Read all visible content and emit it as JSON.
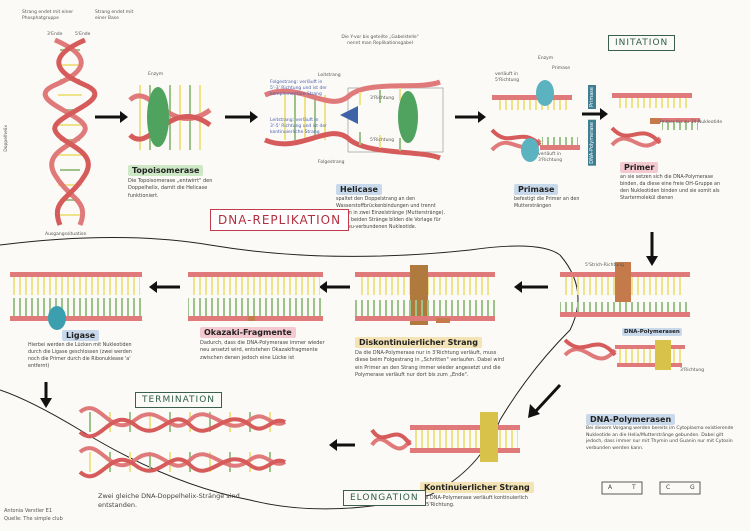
{
  "title": "DNA-REPLIKATION",
  "credits": {
    "line1": "Antonia Verstler E1",
    "line2": "Quelle: The simple club"
  },
  "helix_labels": {
    "strand_top": "Strang endet mit einer Phosphatgruppe",
    "strand_base": "Strang endet mit einer Base",
    "p_end": "3'Ende",
    "b_end": "5'Ende",
    "doppelhelix": "Doppelhelix",
    "ausgang": "Ausgangssituation"
  },
  "topoisomerase": {
    "enzyme_label": "Enzym",
    "heading": "Topoisomerase",
    "text": "Die Topoisomerase „entwirrt\" den Doppelhelix, damit die Helicase funktioniert."
  },
  "helicase": {
    "top_note": "Die Y-vor bis geteilte „Gabelstelle\" nennt man Replikationsgabel",
    "leit_label": "Leitstrang",
    "folge_label": "Folgestrang",
    "folge_desc": "Folgestrang: verläuft in 5'-3' Richtung und ist der komplementäre Strang",
    "leit_desc": "Leitstrang: verläuft in 3'-5' Richtung und ist der kontinuierliche Strang",
    "dir1": "3'Richtung",
    "dir2": "5'Richtung",
    "heading": "Helicase",
    "text": "spaltet den Doppelstrang an den Wasserstoffbrückenbindungen und trennt diesen in zwei Einzelstränge (Mutterstränge). Diese beiden Stränge bilden die Vorlage für die neu-verbundenen Nukleotide."
  },
  "initiation": {
    "box": "INITATION",
    "dir_a": "verläuft in 5'Richtung",
    "dir_b": "verläuft in 3'Richtung",
    "enzyme": "Enzym",
    "primase_label": "Primase",
    "primase_heading": "Primase",
    "primase_text": "befestigt die Primer an den Muttersträngen",
    "tab1": "Primase",
    "tab2": "DNA-Polymerase",
    "primer_note": "Primer bis zu 10 Nukleotide",
    "primer_heading": "Primer",
    "primer_text": "an sie setzen sich die DNA-Polymerase binden, da diese eine freie OH-Gruppe an den Nukleotiden binden und sie somit als Startermolekül dienen"
  },
  "ligase": {
    "heading": "Ligase",
    "text": "Hierbei werden die Lücken mit Nukleotiden durch die Ligase geschlossen (zwei werden noch die Primer durch die Ribonuklease 'a' entfernt)"
  },
  "okazaki": {
    "heading": "Okazaki-Fragmente",
    "text": "Dadurch, dass die DNA-Polymerase immer wieder neu ansetzt wird, entstehen Okazakifragmente zwischen denen jedoch eine Lücke ist"
  },
  "diskont": {
    "heading": "Diskontinuierlicher Strang",
    "text": "Da die DNA-Polymerase nur in 3'Richtung verläuft, muss diese beim Folgestrang in „Schritten\" verlaufen. Dabei wird ein Primer an den Strang immer wieder angesetzt und die Polymerase verläuft nur dort bis zum „Ende\"."
  },
  "polymerase": {
    "dir_label": "5'Strich-Richtung",
    "dir_label2": "3'Richtung",
    "tag": "DNA-Polymerasen",
    "heading": "DNA-Polymerasen",
    "text": "Bei diesem Vorgang werden bereits im Cytoplasma existierende Nukleotide an die Helix/Mutterstränge gebunden. Dabei gilt jedoch, dass immer nur mit Thymin und Guanin nur mit Cytosin verbunden werden kann.",
    "pairs": [
      "A",
      "T",
      "C",
      "G"
    ]
  },
  "kontinuierlich": {
    "heading": "Kontinuierlicher Strang",
    "text": "Die DNA-Polymerase verläuft kontinuierlich in 5'Richtung."
  },
  "elongation": {
    "box": "ELONGATION"
  },
  "termination": {
    "box": "TERMINATION",
    "text": "Zwei gleiche DNA-Doppelhelix-Stränge sind entstanden."
  },
  "colors": {
    "strand": "#e07a7a",
    "base_green": "#9cc48a",
    "base_yellow": "#efe38a",
    "enzyme_green": "#4fa35f",
    "primase": "#5bb3c0",
    "polymerase": "#d9c24a",
    "primer": "#c57a4c"
  }
}
